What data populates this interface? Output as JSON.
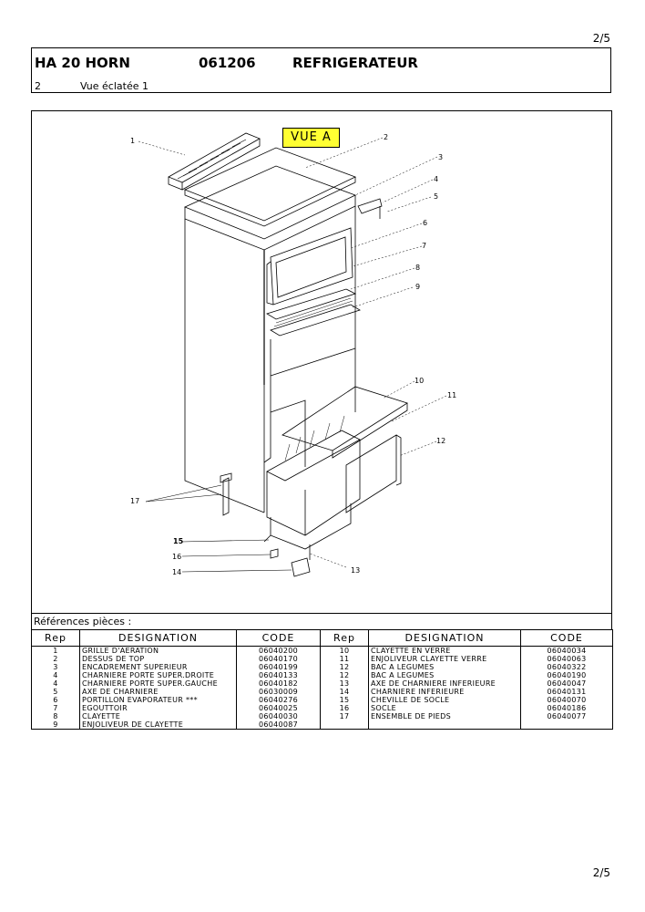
{
  "page_number": "2/5",
  "header": {
    "model": "HA 20 HORN",
    "number": "061206",
    "category": "REFRIGERATEUR",
    "section_number": "2",
    "section_title": "Vue éclatée 1"
  },
  "drawing": {
    "view_label": "VUE A",
    "callouts": [
      "1",
      "2",
      "3",
      "4",
      "5",
      "6",
      "7",
      "8",
      "9",
      "10",
      "11",
      "12",
      "13",
      "14",
      "15",
      "16",
      "17"
    ]
  },
  "references": {
    "title": "Références pièces  :",
    "columns": [
      "Rep",
      "DESIGNATION",
      "CODE",
      "Rep",
      "DESIGNATION",
      "CODE"
    ],
    "rows": [
      {
        "rep": "1",
        "designation": "GRILLE D'AERATION",
        "code": "06040200",
        "rep2": "10",
        "designation2": "CLAYETTE EN VERRE",
        "code2": "06040034"
      },
      {
        "rep": "2",
        "designation": "DESSUS DE TOP",
        "code": "06040170",
        "rep2": "11",
        "designation2": "ENJOLIVEUR CLAYETTE VERRE",
        "code2": "06040063"
      },
      {
        "rep": "3",
        "designation": "ENCADREMENT SUPERIEUR",
        "code": "06040199",
        "rep2": "12",
        "designation2": "BAC A LEGUMES",
        "code2": "06040322"
      },
      {
        "rep": "4",
        "designation": "CHARNIERE PORTE SUPER.DROITE",
        "code": "06040133",
        "rep2": "12",
        "designation2": "BAC A LEGUMES",
        "code2": "06040190"
      },
      {
        "rep": "4",
        "designation": "CHARNIERE PORTE SUPER.GAUCHE",
        "code": "06040182",
        "rep2": "13",
        "designation2": "AXE DE CHARNIERE INFERIEURE",
        "code2": "06040047"
      },
      {
        "rep": "5",
        "designation": "AXE DE CHARNIERE",
        "code": "06030009",
        "rep2": "14",
        "designation2": "CHARNIERE INFERIEURE",
        "code2": "06040131"
      },
      {
        "rep": "6",
        "designation": "PORTILLON EVAPORATEUR  ***",
        "code": "06040276",
        "rep2": "15",
        "designation2": "CHEVILLE DE SOCLE",
        "code2": "06040070"
      },
      {
        "rep": "7",
        "designation": "EGOUTTOIR",
        "code": "06040025",
        "rep2": "16",
        "designation2": "SOCLE",
        "code2": "06040186"
      },
      {
        "rep": "8",
        "designation": "CLAYETTE",
        "code": "06040030",
        "rep2": "17",
        "designation2": "ENSEMBLE DE PIEDS",
        "code2": "06040077"
      },
      {
        "rep": "9",
        "designation": "ENJOLIVEUR DE CLAYETTE",
        "code": "06040087",
        "rep2": "",
        "designation2": "",
        "code2": ""
      }
    ]
  }
}
